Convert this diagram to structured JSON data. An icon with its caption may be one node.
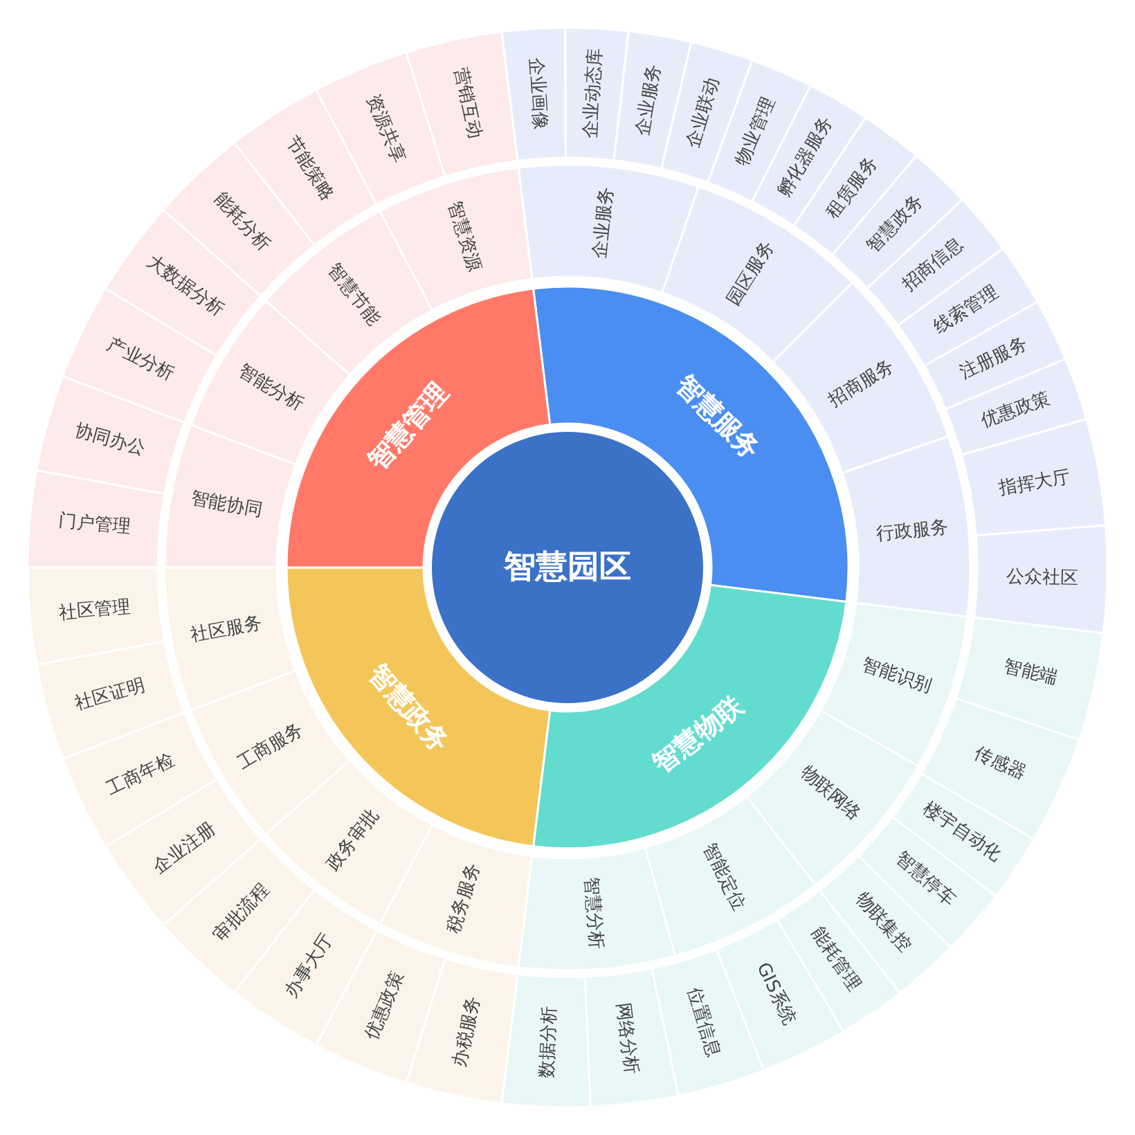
{
  "diagram": {
    "nodes": [
      {
        "text": [
          "智慧园区"
        ]
      },
      {
        "text": [
          "智慧服务"
        ]
      },
      {
        "text": [
          "智慧物联"
        ]
      },
      {
        "text": [
          "智慧政务"
        ]
      },
      {
        "text": [
          "智慧管理"
        ]
      },
      {
        "text": [
          "企业服务"
        ]
      },
      {
        "text": [
          "园区服务"
        ]
      },
      {
        "text": [
          "招商服务"
        ]
      },
      {
        "text": [
          "行政服务"
        ]
      },
      {
        "text": [
          "智能识别"
        ]
      },
      {
        "text": [
          "物联网络"
        ]
      },
      {
        "text": [
          "智能定位"
        ]
      },
      {
        "text": [
          "智慧分析"
        ]
      },
      {
        "text": [
          "税务服务"
        ]
      },
      {
        "text": [
          "政务审批"
        ]
      },
      {
        "text": [
          "工商服务"
        ]
      },
      {
        "text": [
          "社区服务"
        ]
      },
      {
        "text": [
          "智能协同"
        ]
      },
      {
        "text": [
          "智能分析"
        ]
      },
      {
        "text": [
          "智慧节能"
        ]
      },
      {
        "text": [
          "智慧资源"
        ]
      },
      {
        "text": [
          "企业画像"
        ]
      },
      {
        "text": [
          "企业动态库"
        ]
      },
      {
        "text": [
          "企业服务"
        ]
      },
      {
        "text": [
          "企业联动"
        ]
      },
      {
        "text": [
          "物业管理"
        ]
      },
      {
        "text": [
          "孵化器服务"
        ]
      },
      {
        "text": [
          "租赁服务"
        ]
      },
      {
        "text": [
          "智慧政务"
        ]
      },
      {
        "text": [
          "招商信息"
        ]
      },
      {
        "text": [
          "线索管理"
        ]
      },
      {
        "text": [
          "注册服务"
        ]
      },
      {
        "text": [
          "优惠政策"
        ]
      },
      {
        "text": [
          "指挥大厅"
        ]
      },
      {
        "text": [
          "公众社区"
        ]
      },
      {
        "text": [
          "智能端"
        ]
      },
      {
        "text": [
          "传感器"
        ]
      },
      {
        "text": [
          "楼宇自动化"
        ]
      },
      {
        "text": [
          "智慧停车"
        ]
      },
      {
        "text": [
          "物联集控"
        ]
      },
      {
        "text": [
          "能耗管理"
        ]
      },
      {
        "text": [
          "GIS系统"
        ]
      },
      {
        "text": [
          "位置信息"
        ]
      },
      {
        "text": [
          "网络分析"
        ]
      },
      {
        "text": [
          "数据分析"
        ]
      },
      {
        "text": [
          "办税服务"
        ]
      },
      {
        "text": [
          "优惠政策"
        ]
      },
      {
        "text": [
          "办事大厅"
        ]
      },
      {
        "text": [
          "审批流程"
        ]
      },
      {
        "text": [
          "企业注册"
        ]
      },
      {
        "text": [
          "工商年检"
        ]
      },
      {
        "text": [
          "社区证明"
        ]
      },
      {
        "text": [
          "社区管理"
        ]
      },
      {
        "text": [
          "门户管理"
        ]
      },
      {
        "text": [
          "协同办公"
        ]
      },
      {
        "text": [
          "产业分析"
        ]
      },
      {
        "text": [
          "大数据分析"
        ]
      },
      {
        "text": [
          "能耗分析"
        ]
      },
      {
        "text": [
          "节能策略"
        ]
      },
      {
        "text": [
          "资源共享"
        ]
      },
      {
        "text": [
          "营销互动"
        ]
      }
    ]
  }
}
